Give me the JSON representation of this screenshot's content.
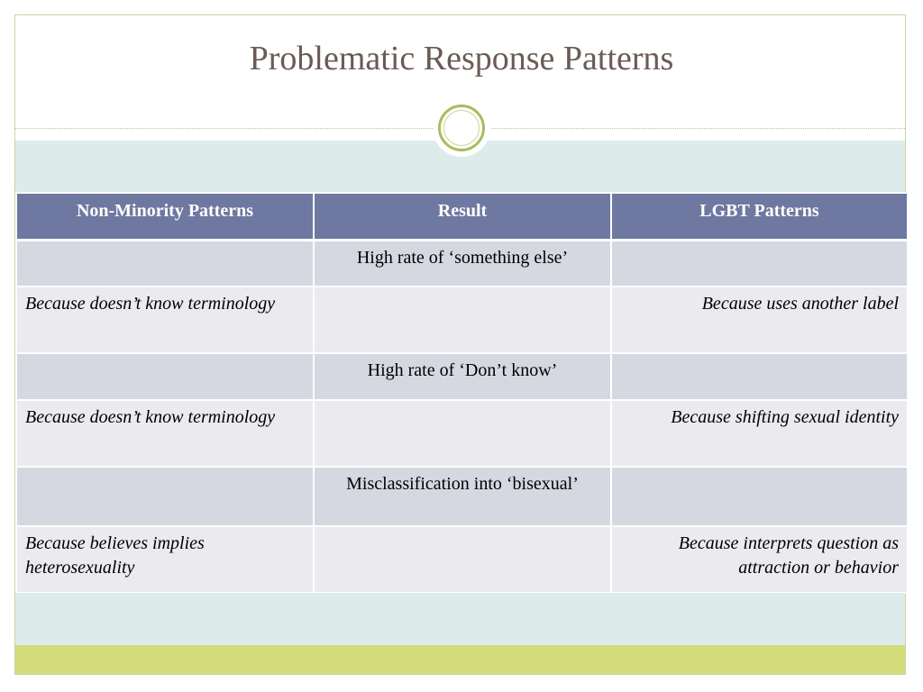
{
  "slide": {
    "title": "Problematic Response Patterns"
  },
  "table": {
    "headers": [
      "Non-Minority Patterns",
      "Result",
      "LGBT Patterns"
    ],
    "rows": [
      [
        "",
        "High rate of ‘something else’",
        ""
      ],
      [
        "Because doesn’t know terminology",
        "",
        "Because uses another label"
      ],
      [
        "",
        "High rate of ‘Don’t know’",
        ""
      ],
      [
        "Because doesn’t know terminology",
        "",
        "Because shifting sexual identity"
      ],
      [
        "",
        "Misclassification into ‘bisexual’",
        ""
      ],
      [
        "Because believes implies heterosexuality",
        "",
        "Because interprets question as attraction or behavior"
      ]
    ]
  },
  "colors": {
    "header_bg": "#6f78a0",
    "row_dark": "#d5d8e1",
    "row_light": "#ebebef",
    "band_blue": "#deebeb",
    "band_green": "#d2dc7a",
    "title_color": "#6b5a55"
  }
}
